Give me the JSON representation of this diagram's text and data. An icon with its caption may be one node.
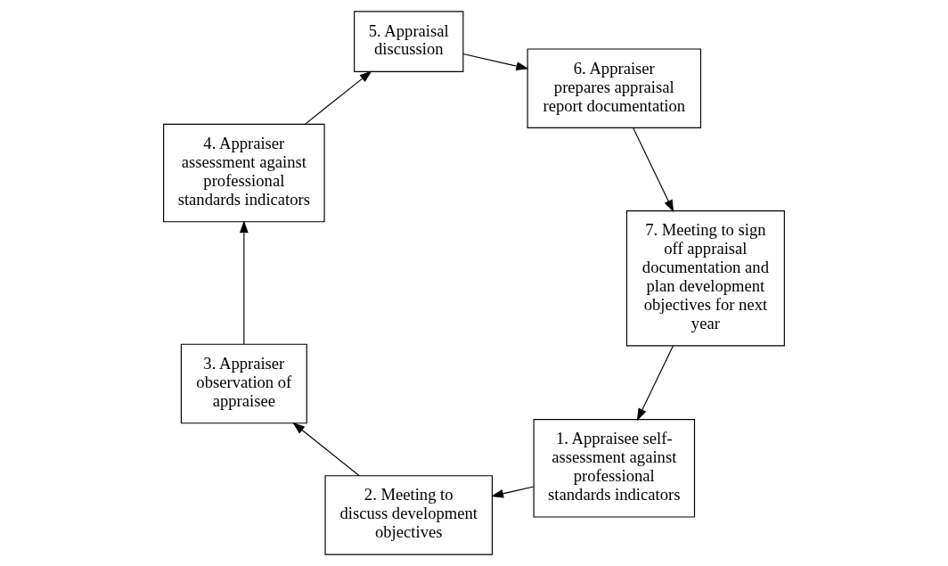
{
  "diagram": {
    "nodes": [
      {
        "text": [
          "1. Appraisee self-assessment against professional standards indicators"
        ]
      },
      {
        "text": [
          "2. Meeting to discuss development objectives"
        ]
      },
      {
        "text": [
          "3. Appraiser observation of appraisee"
        ]
      },
      {
        "text": [
          "4. Appraiser assessment against professional standards indicators"
        ]
      },
      {
        "text": [
          "5. Appraisal discussion"
        ]
      },
      {
        "text": [
          "6. Appraiser prepares appraisal report documentation"
        ]
      },
      {
        "text": [
          "7. Meeting to sign off appraisal documentation and plan development objectives for next year"
        ]
      }
    ],
    "edges": [
      {
        "from": 0,
        "to": 1,
        "arrow": "to"
      },
      {
        "from": 1,
        "to": 2,
        "arrow": "to"
      },
      {
        "from": 2,
        "to": 3,
        "arrow": "to"
      },
      {
        "from": 3,
        "to": 4,
        "arrow": "to"
      },
      {
        "from": 4,
        "to": 5,
        "arrow": "to"
      },
      {
        "from": 5,
        "to": 6,
        "arrow": "to"
      },
      {
        "from": 6,
        "to": 0,
        "arrow": "to"
      }
    ]
  }
}
